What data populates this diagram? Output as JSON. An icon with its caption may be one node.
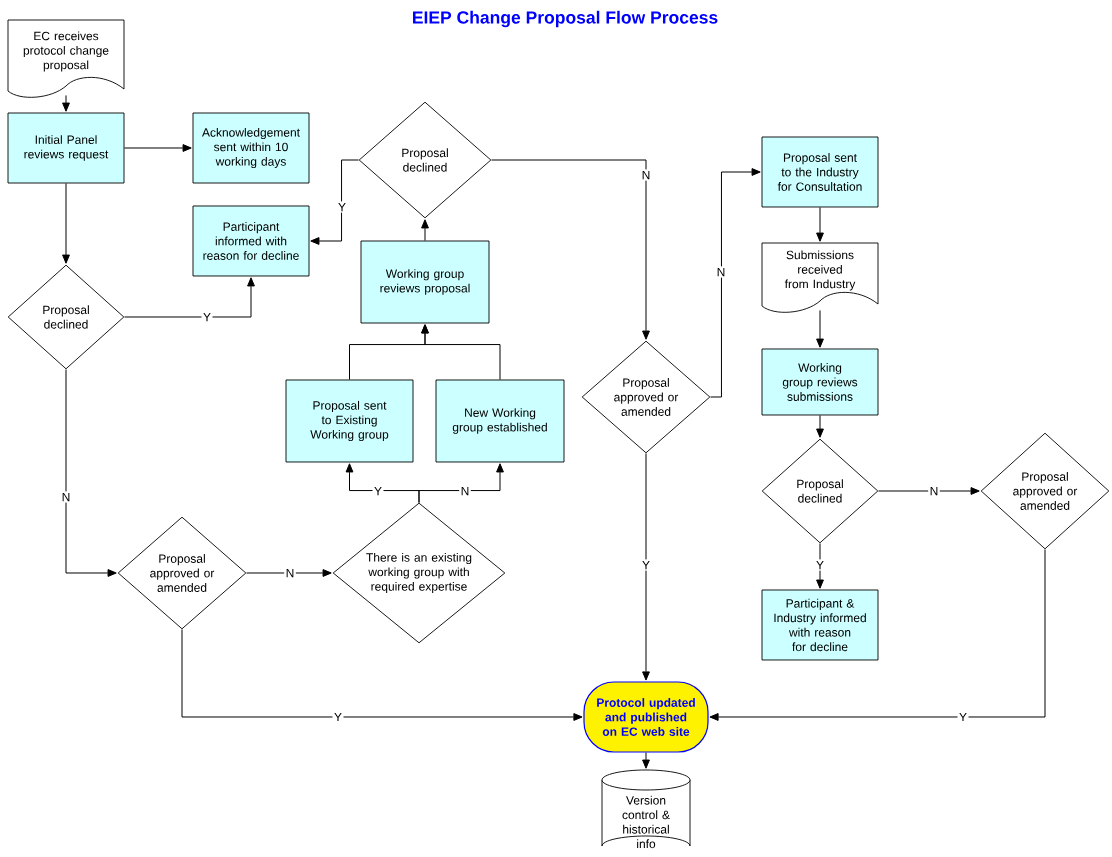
{
  "diagram": {
    "title": "EIEP Change Proposal Flow Process",
    "nodes": [
      {
        "text": [
          "EC receives protocol change proposal"
        ]
      },
      {
        "text": [
          "Initial Panel reviews request"
        ]
      },
      {
        "text": [
          "Acknowledgement sent within 10 working days"
        ]
      },
      {
        "text": [
          "Participant informed with reason for decline"
        ]
      },
      {
        "text": [
          "Proposal declined"
        ]
      },
      {
        "text": [
          "Proposal declined"
        ]
      },
      {
        "text": [
          "Working group reviews proposal"
        ]
      },
      {
        "text": [
          "Proposal sent to Existing Working group"
        ]
      },
      {
        "text": [
          "New Working group established"
        ]
      },
      {
        "text": [
          "Proposal approved or amended"
        ]
      },
      {
        "text": [
          "There is an existing working group with required expertise"
        ]
      },
      {
        "text": [
          "Proposal approved or amended"
        ]
      },
      {
        "text": [
          "Proposal sent to the Industry for Consultation"
        ]
      },
      {
        "text": [
          "Submissions received from Industry"
        ]
      },
      {
        "text": [
          "Working group reviews submissions"
        ]
      },
      {
        "text": [
          "Proposal declined"
        ]
      },
      {
        "text": [
          "Proposal approved or amended"
        ]
      },
      {
        "text": [
          "Participant & Industry informed with reason for decline"
        ]
      },
      {
        "text": [
          "Protocol updated and published on EC web site"
        ]
      },
      {
        "text": [
          "Version control & historical info"
        ]
      }
    ],
    "edges": [
      {
        "from": 0,
        "to": 1,
        "arrow": "to"
      },
      {
        "from": 1,
        "to": 2,
        "arrow": "to"
      },
      {
        "from": 1,
        "to": 4,
        "arrow": "to"
      },
      {
        "from": 4,
        "to": 3,
        "arrow": "to",
        "label": "Y"
      },
      {
        "from": 4,
        "to": 9,
        "arrow": "to",
        "label": "N"
      },
      {
        "from": 9,
        "to": 10,
        "arrow": "to",
        "label": "N"
      },
      {
        "from": 9,
        "to": 18,
        "arrow": "to",
        "label": "Y"
      },
      {
        "from": 10,
        "to": 7,
        "arrow": "to",
        "label": "Y"
      },
      {
        "from": 10,
        "to": 8,
        "arrow": "to",
        "label": "N"
      },
      {
        "from": 7,
        "to": 6,
        "arrow": "to"
      },
      {
        "from": 8,
        "to": 6,
        "arrow": "to"
      },
      {
        "from": 6,
        "to": 5,
        "arrow": "to"
      },
      {
        "from": 5,
        "to": 3,
        "arrow": "to",
        "label": "Y"
      },
      {
        "from": 5,
        "to": 11,
        "arrow": "to",
        "label": "N"
      },
      {
        "from": 11,
        "to": 12,
        "arrow": "to",
        "label": "N"
      },
      {
        "from": 11,
        "to": 18,
        "arrow": "to",
        "label": "Y"
      },
      {
        "from": 12,
        "to": 13,
        "arrow": "to"
      },
      {
        "from": 13,
        "to": 14,
        "arrow": "to"
      },
      {
        "from": 14,
        "to": 15,
        "arrow": "to"
      },
      {
        "from": 15,
        "to": 16,
        "arrow": "to",
        "label": "N"
      },
      {
        "from": 15,
        "to": 17,
        "arrow": "to",
        "label": "Y"
      },
      {
        "from": 16,
        "to": 18,
        "arrow": "to",
        "label": "Y"
      },
      {
        "from": 18,
        "to": 19,
        "arrow": "to"
      }
    ]
  }
}
